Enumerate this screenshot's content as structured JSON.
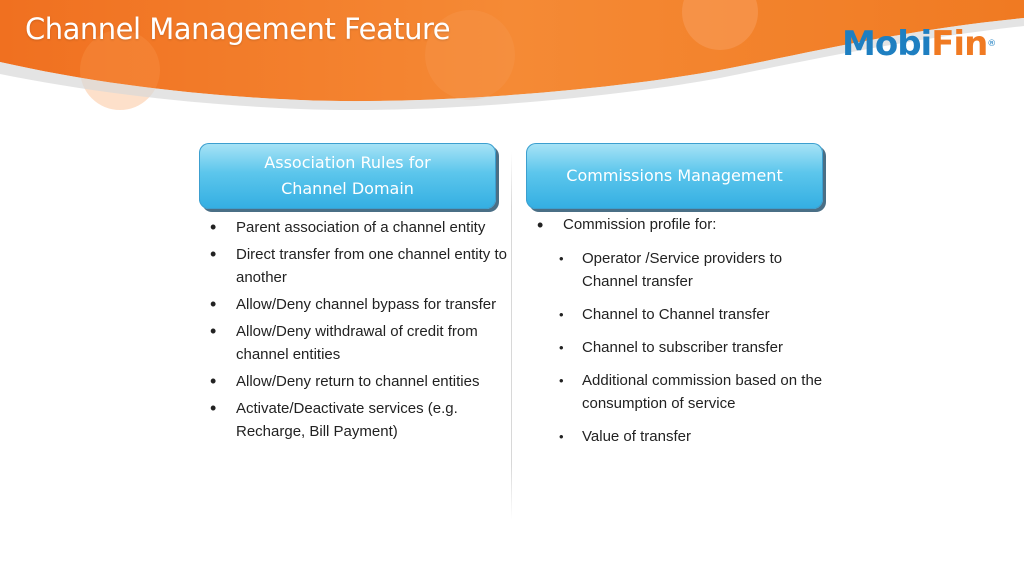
{
  "slide": {
    "title": "Channel Management Feature",
    "logo": {
      "part1": "Mobi",
      "part2": "Fin",
      "mark": "®"
    },
    "colors": {
      "banner_orange": "#f07a22",
      "box_blue": "#33aee2",
      "logo_blue": "#1e7fc1"
    }
  },
  "left_column": {
    "header_line1": "Association Rules for",
    "header_line2": "Channel Domain",
    "items": [
      "Parent association of a channel entity",
      "Direct transfer from one channel entity to another",
      "Allow/Deny channel bypass for transfer",
      "Allow/Deny withdrawal of credit from channel entities",
      "Allow/Deny return to channel entities",
      "Activate/Deactivate services (e.g. Recharge, Bill Payment)"
    ]
  },
  "right_column": {
    "header": "Commissions Management",
    "lead_item": "Commission profile for:",
    "sub_items": [
      "Operator /Service providers to Channel transfer",
      "Channel to Channel transfer",
      "Channel to subscriber transfer",
      "Additional commission based on the consumption of service",
      "Value of transfer"
    ]
  }
}
